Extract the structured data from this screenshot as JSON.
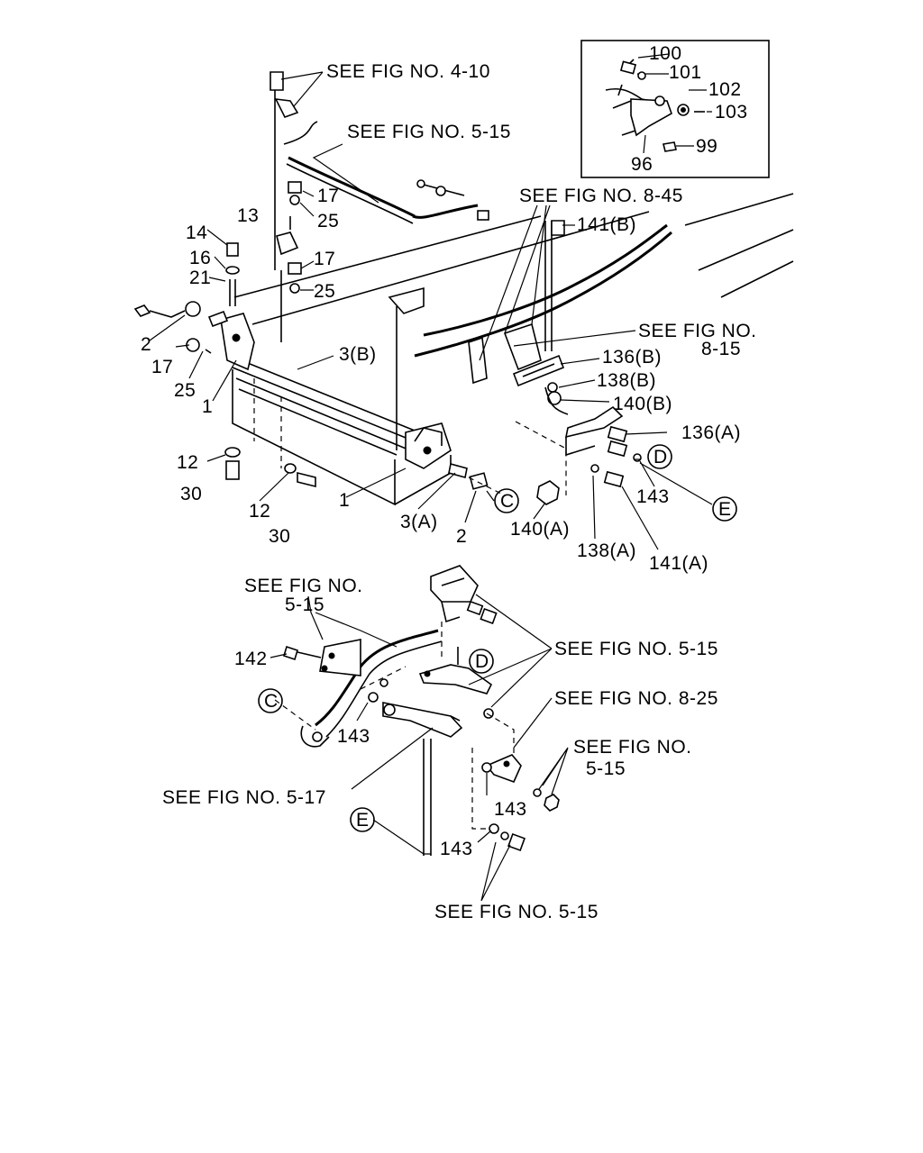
{
  "labels": {
    "ref_4_10": "SEE FIG NO. 4-10",
    "ref_5_15_top": "SEE FIG NO. 5-15",
    "ref_8_45": "SEE FIG NO. 8-45",
    "ref_8_15_line1": "SEE FIG NO.",
    "ref_8_15_line2": "8-15",
    "ref_5_15_left_line1": "SEE FIG NO.",
    "ref_5_15_left_line2": "5-15",
    "ref_5_15_mid": "SEE FIG NO. 5-15",
    "ref_8_25": "SEE FIG NO. 8-25",
    "ref_5_15_right_line1": "SEE FIG NO.",
    "ref_5_15_right_line2": "5-15",
    "ref_5_17": "SEE FIG NO. 5-17",
    "ref_5_15_bottom": "SEE FIG NO. 5-15"
  },
  "parts": {
    "p100": "100",
    "p101": "101",
    "p102": "102",
    "p103": "103",
    "p99": "99",
    "p96": "96",
    "p13": "13",
    "p14": "14",
    "p16": "16",
    "p21": "21",
    "p17_a": "17",
    "p25_a": "25",
    "p17_b": "17",
    "p25_b": "25",
    "p141b": "141(B)",
    "p2_left": "2",
    "p17_left": "17",
    "p25_left": "25",
    "p1_left": "1",
    "p3b": "3(B)",
    "p136b": "136(B)",
    "p138b": "138(B)",
    "p140b": "140(B)",
    "p136a": "136(A)",
    "p12_a": "12",
    "p30_a": "30",
    "p12_b": "12",
    "p30_b": "30",
    "p1_mid": "1",
    "p3a": "3(A)",
    "p2_mid": "2",
    "p140a": "140(A)",
    "p138a": "138(A)",
    "p141a": "141(A)",
    "p143_top": "143",
    "p142": "142",
    "p143_lever": "143",
    "p143_link": "143",
    "p143_low": "143"
  },
  "callouts": {
    "C": "C",
    "D": "D",
    "E": "E"
  }
}
